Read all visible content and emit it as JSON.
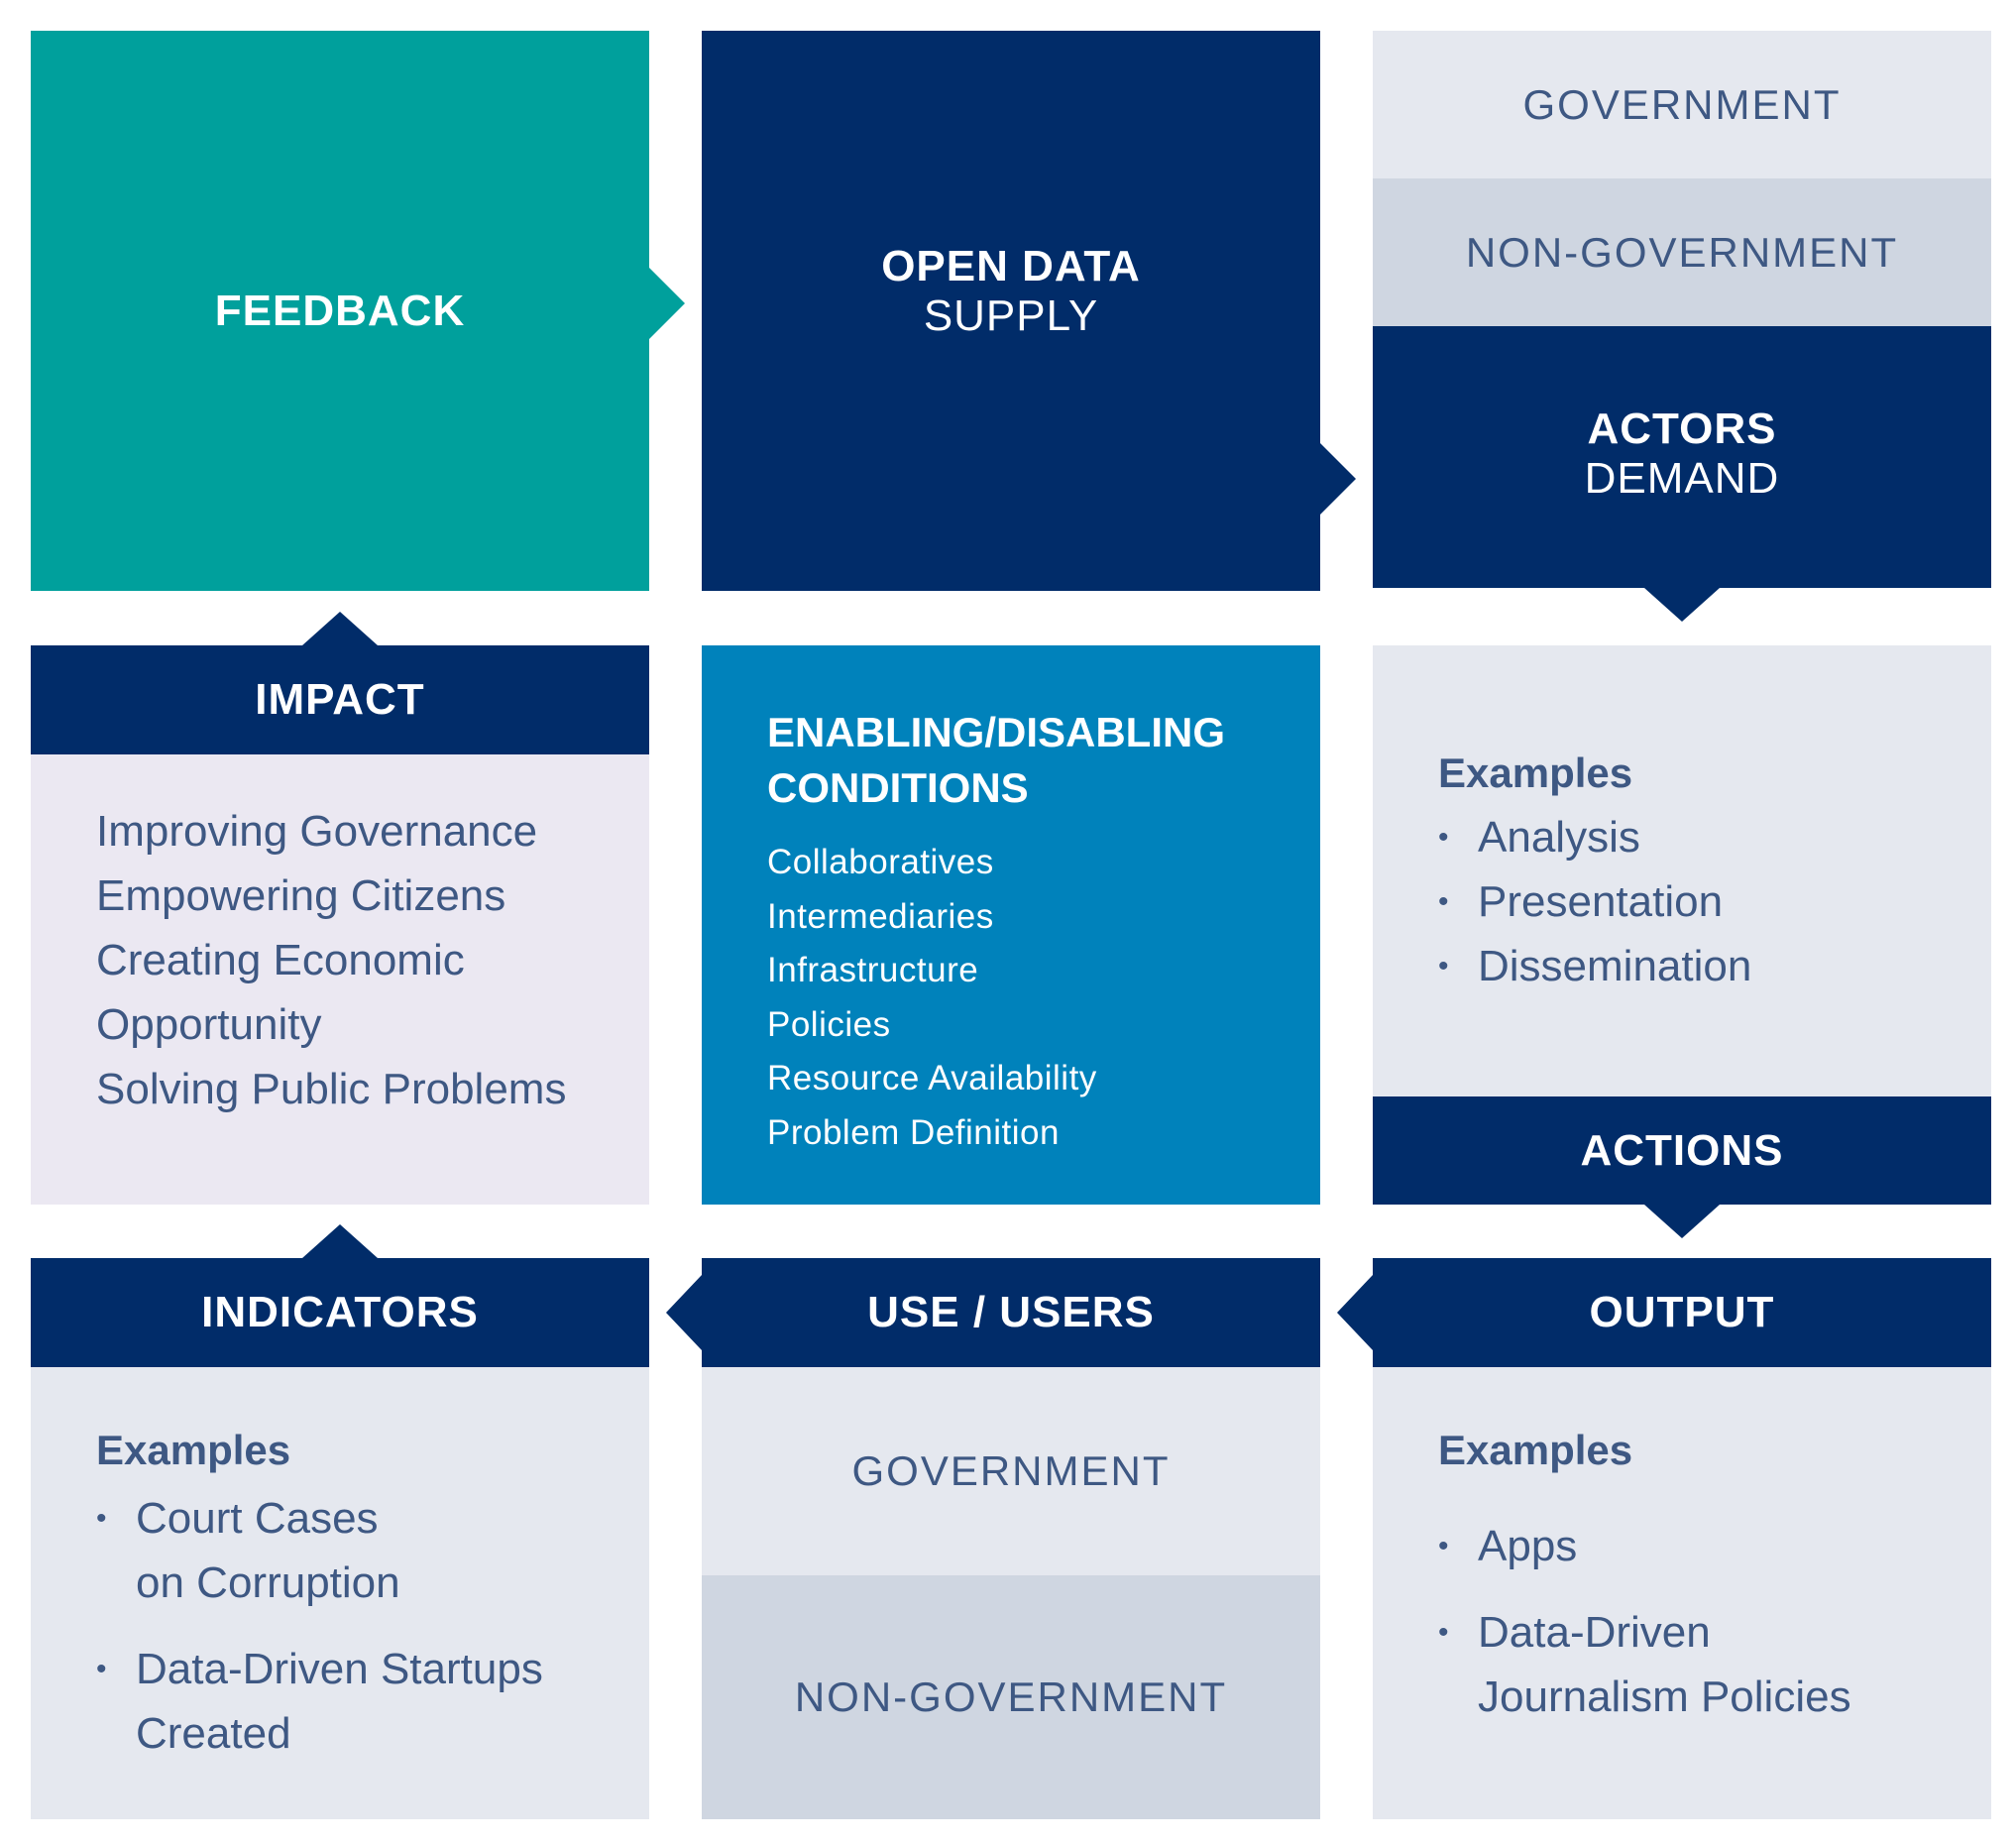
{
  "feedback": {
    "label": "FEEDBACK"
  },
  "open_data": {
    "title": "OPEN DATA",
    "subtitle": "SUPPLY"
  },
  "actors": {
    "government": "GOVERNMENT",
    "non_government": "NON-GOVERNMENT",
    "title": "ACTORS",
    "subtitle": "DEMAND"
  },
  "impact": {
    "title": "IMPACT",
    "lines": [
      "Improving Governance",
      "Empowering Citizens",
      "Creating Economic",
      "Opportunity",
      "Solving Public Problems"
    ]
  },
  "conditions": {
    "title_line1": "ENABLING/DISABLING",
    "title_line2": "CONDITIONS",
    "items": [
      "Collaboratives",
      "Intermediaries",
      "Infrastructure",
      "Policies",
      "Resource Availability",
      "Problem Definition"
    ]
  },
  "actions": {
    "examples_label": "Examples",
    "items": [
      "Analysis",
      "Presentation",
      "Dissemination"
    ],
    "title": "ACTIONS"
  },
  "indicators": {
    "title": "INDICATORS",
    "examples_label": "Examples",
    "item1_line1": "Court Cases",
    "item1_line2": "on Corruption",
    "item2_line1": "Data-Driven Startups",
    "item2_line2": "Created"
  },
  "use_users": {
    "title": "USE / USERS",
    "government": "GOVERNMENT",
    "non_government": "NON-GOVERNMENT"
  },
  "output": {
    "title": "OUTPUT",
    "examples_label": "Examples",
    "item1": "Apps",
    "item2_line1": "Data-Driven",
    "item2_line2": "Journalism Policies"
  },
  "colors": {
    "navy": "#012c69",
    "teal": "#00a09c",
    "blue": "#0082bb",
    "light_gray": "#e5e8ef",
    "mid_gray": "#cfd6e1",
    "lavender": "#ebe8f2",
    "text": "#3e5883"
  }
}
